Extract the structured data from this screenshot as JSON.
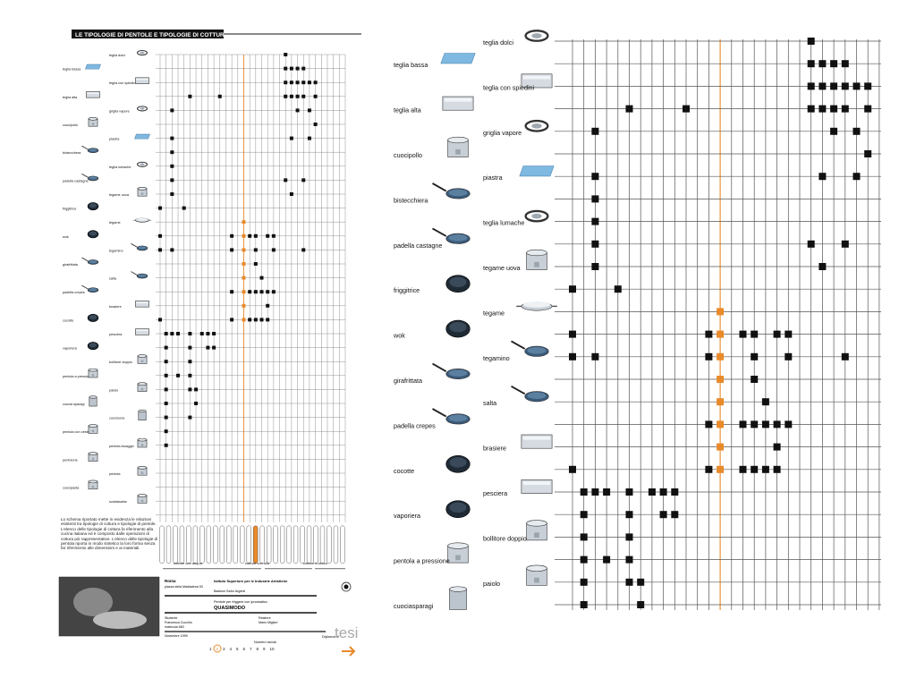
{
  "title": "LE TIPOLOGIE DI PENTOLE E TIPOLOGIE DI COTTURA",
  "pot_types": [
    "teglia dolci",
    "teglia bassa",
    "teglia con spiedini",
    "teglia alta",
    "griglia vapore",
    "cuocipollo",
    "piastra",
    "bistecchiera",
    "teglia lumache",
    "padella castagne",
    "tegame uova",
    "friggitrice",
    "tegame",
    "wok",
    "tegamino",
    "girafrittata",
    "salta",
    "padella crepes",
    "brasiere",
    "cocotte",
    "pesciera",
    "vaporiera",
    "bollitore doppio",
    "pentola a pressione",
    "paiolo",
    "cuocia sparagi",
    "cuociuova",
    "pentola con cestelli",
    "pentola lavaggio",
    "pentolone",
    "pentola",
    "cuocipasta",
    "scaldasalse"
  ],
  "right_labels": [
    "teglia dolci",
    "teglia bassa",
    "teglia con spiedini",
    "teglia alta",
    "griglia vapore",
    "cuocipollo",
    "piastra",
    "bistecchiera",
    "teglia lumache",
    "padella castagne",
    "tegame uova",
    "friggitrice",
    "tegame",
    "wok",
    "tegamino",
    "girafrittata",
    "salta",
    "padella crepes",
    "brasiere",
    "cocotte",
    "pesciera",
    "vaporiera",
    "bollitore doppio",
    "pentola a pressione",
    "paiolo",
    "cuociasparagi"
  ],
  "cooking_groups": [
    "cotture con acqua",
    "cotture con olio",
    "cotture a secco"
  ],
  "description": "Lo schema riportato mette in evidenza le relazioni esistenti tra tipologie di cottura e tipologie di pentole. L'elenco delle tipologie di cottura fa riferimento alla cucina italiana ed è composto dalle operazioni di cottura più rappresentative. L'elenco delle tipologie di pentola riporta in modo sintetico la loro forma senza far riferimento alle dimensioni e ai materiali.",
  "footer": {
    "city": "Roma",
    "address": "piazza della Maddalena 53",
    "institute": "Istituto Superiore per le Industrie Artistiche",
    "institute_sub": "Bastioni Giulio Argenti",
    "project_desc": "Pentole per friggere con ipnostatico",
    "project_name": "QUASIMODO",
    "student_label": "Studente",
    "student_name": "Francesca Cucchio",
    "matricola": "matricola 583",
    "prof_label": "Relatore",
    "prof_name": "Mario Migliori",
    "date": "Novembre 1999",
    "tesi": "tesi",
    "diploma": "Diploma di",
    "tavola_label": "Numero tavola",
    "pages": [
      "1",
      "2",
      "3",
      "4",
      "5",
      "6",
      "7",
      "8",
      "9",
      "10"
    ],
    "current_page": "2"
  },
  "colors": {
    "marker": "#111111",
    "highlight": "#e98a2a",
    "grid": "#555555",
    "blue": "#5b9bd5"
  },
  "matrix": {
    "rows": 26,
    "columns": 30,
    "highlight_column": 14,
    "cells": [
      [
        0,
        21
      ],
      [
        1,
        21
      ],
      [
        1,
        22
      ],
      [
        1,
        23
      ],
      [
        1,
        24
      ],
      [
        2,
        21
      ],
      [
        2,
        22
      ],
      [
        2,
        23
      ],
      [
        2,
        24
      ],
      [
        2,
        25
      ],
      [
        2,
        26
      ],
      [
        3,
        5
      ],
      [
        3,
        10
      ],
      [
        3,
        21
      ],
      [
        3,
        22
      ],
      [
        3,
        23
      ],
      [
        3,
        24
      ],
      [
        3,
        26
      ],
      [
        4,
        2
      ],
      [
        4,
        23
      ],
      [
        4,
        25
      ],
      [
        5,
        26
      ],
      [
        6,
        2
      ],
      [
        6,
        22
      ],
      [
        6,
        25
      ],
      [
        7,
        2
      ],
      [
        8,
        2
      ],
      [
        9,
        2
      ],
      [
        9,
        21
      ],
      [
        9,
        24
      ],
      [
        10,
        2
      ],
      [
        10,
        22
      ],
      [
        11,
        0
      ],
      [
        11,
        4
      ],
      [
        12,
        14
      ],
      [
        13,
        0
      ],
      [
        13,
        12
      ],
      [
        13,
        14
      ],
      [
        13,
        15
      ],
      [
        13,
        16
      ],
      [
        13,
        18
      ],
      [
        13,
        19
      ],
      [
        14,
        0
      ],
      [
        14,
        2
      ],
      [
        14,
        12
      ],
      [
        14,
        14
      ],
      [
        14,
        16
      ],
      [
        14,
        19
      ],
      [
        14,
        24
      ],
      [
        15,
        14
      ],
      [
        15,
        16
      ],
      [
        16,
        14
      ],
      [
        16,
        17
      ],
      [
        17,
        12
      ],
      [
        17,
        14
      ],
      [
        17,
        15
      ],
      [
        17,
        16
      ],
      [
        17,
        17
      ],
      [
        17,
        18
      ],
      [
        17,
        19
      ],
      [
        18,
        14
      ],
      [
        18,
        18
      ],
      [
        19,
        0
      ],
      [
        19,
        12
      ],
      [
        19,
        14
      ],
      [
        19,
        15
      ],
      [
        19,
        16
      ],
      [
        19,
        17
      ],
      [
        19,
        18
      ],
      [
        20,
        1
      ],
      [
        20,
        2
      ],
      [
        20,
        3
      ],
      [
        20,
        5
      ],
      [
        20,
        7
      ],
      [
        20,
        8
      ],
      [
        20,
        9
      ],
      [
        21,
        1
      ],
      [
        21,
        5
      ],
      [
        21,
        8
      ],
      [
        21,
        9
      ],
      [
        22,
        1
      ],
      [
        22,
        5
      ],
      [
        23,
        1
      ],
      [
        23,
        3
      ],
      [
        23,
        5
      ],
      [
        24,
        1
      ],
      [
        24,
        5
      ],
      [
        24,
        6
      ],
      [
        25,
        1
      ],
      [
        25,
        6
      ],
      [
        26,
        1
      ],
      [
        26,
        5
      ],
      [
        27,
        1
      ],
      [
        28,
        1
      ]
    ],
    "orange_cells": [
      12,
      13,
      14,
      15,
      16,
      17,
      18,
      19
    ]
  }
}
